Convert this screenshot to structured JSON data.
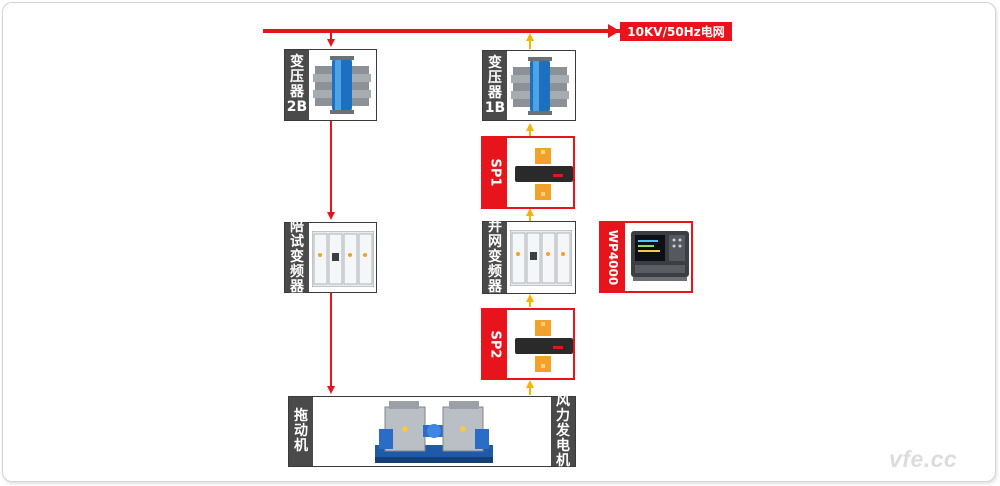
{
  "grid": {
    "label": "10KV/50Hz电网"
  },
  "transformer_2b": {
    "label": "变压器2B"
  },
  "transformer_1b": {
    "label": "变压器1B"
  },
  "sensor_sp1": {
    "label": "SP1"
  },
  "sensor_sp2": {
    "label": "SP2"
  },
  "companion_inverter": {
    "label": "陪试变频器"
  },
  "grid_inverter": {
    "label": "并网变频器"
  },
  "analyzer": {
    "label": "WP4000"
  },
  "drive_motor": {
    "label": "拖动机"
  },
  "wind_generator": {
    "label": "风力发电机"
  },
  "watermark": "vfe.cc",
  "colors": {
    "power_line": "#e8141c",
    "flow_arrow": "#f5b400",
    "box_label": "#4a4a4a"
  }
}
